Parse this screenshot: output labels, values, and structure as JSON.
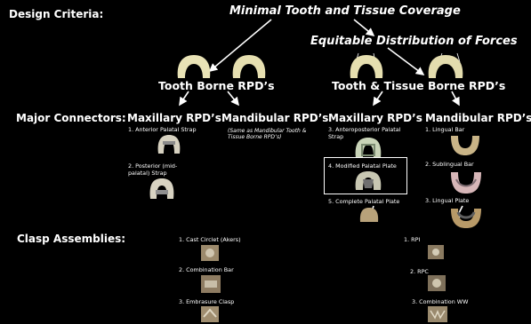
{
  "design_criteria_label": "Design Criteria:",
  "major_connectors_label": "Major Connectors:",
  "clasp_assemblies_label": "Clasp Assemblies:",
  "criteria": {
    "minimal": "Minimal Tooth and Tissue Coverage",
    "equitable": "Equitable Distribution of Forces"
  },
  "tooth_borne": {
    "title": "Tooth Borne RPD’s",
    "maxillary": {
      "title": "Maxillary RPD’s",
      "items": [
        "1. Anterior Palatal Strap",
        "2. Posterior (mid-palatal) Strap"
      ]
    },
    "mandibular": {
      "title": "Mandibular RPD’s",
      "note": "(Same as Mandibular Tooth & Tissue Borne RPD’s)"
    },
    "clasps": [
      "1. Cast Circlet (Akers)",
      "2. Combination Bar",
      "3. Embrasure Clasp"
    ]
  },
  "tissue_borne": {
    "title": "Tooth & Tissue Borne RPD’s",
    "maxillary": {
      "title": "Maxillary RPD’s",
      "items": [
        "3. Anteroposterior Palatal Strap",
        "4. Modified Palatal Plate",
        "5. Complete Palatal Plate"
      ]
    },
    "mandibular": {
      "title": "Mandibular RPD’s",
      "items": [
        "1. Lingual Bar",
        "2. Sublingual Bar",
        "3. Lingual Plate"
      ]
    },
    "clasps": [
      "1. RPI",
      "2. RPC",
      "3. Combination WW"
    ]
  }
}
